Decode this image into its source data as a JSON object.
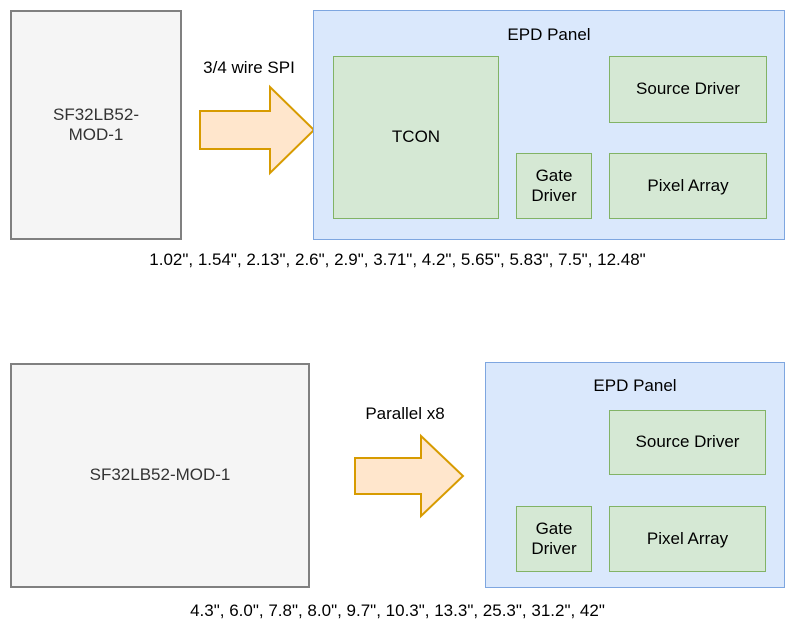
{
  "diagrams": [
    {
      "id": "spi-diagram",
      "mcu": {
        "label": "SF32LB52-\nMOD-1",
        "label_line1": "SF32LB52-",
        "label_line2": "MOD-1"
      },
      "arrow": {
        "label": "3/4 wire SPI",
        "icon": "right-arrow-icon"
      },
      "panel": {
        "title": "EPD Panel",
        "blocks": [
          {
            "label": "TCON"
          },
          {
            "label": "Source Driver"
          },
          {
            "label": "Gate\nDriver",
            "line1": "Gate",
            "line2": "Driver"
          },
          {
            "label": "Pixel Array"
          }
        ]
      },
      "caption": "1.02\", 1.54\", 2.13\", 2.6\", 2.9\", 3.71\", 4.2\", 5.65\", 5.83\", 7.5\", 12.48\"",
      "sizes": [
        "1.02\"",
        "1.54\"",
        "2.13\"",
        "2.6\"",
        "2.9\"",
        "3.71\"",
        "4.2\"",
        "5.65\"",
        "5.83\"",
        "7.5\"",
        "12.48\""
      ]
    },
    {
      "id": "parallel-diagram",
      "mcu": {
        "label": "SF32LB52-MOD-1"
      },
      "arrow": {
        "label": "Parallel x8",
        "icon": "right-arrow-icon"
      },
      "panel": {
        "title": "EPD Panel",
        "blocks": [
          {
            "label": "Source Driver"
          },
          {
            "label": "Gate\nDriver",
            "line1": "Gate",
            "line2": "Driver"
          },
          {
            "label": "Pixel Array"
          }
        ]
      },
      "caption": "4.3\", 6.0\", 7.8\", 8.0\", 9.7\", 10.3\", 13.3\", 25.3\", 31.2\", 42\"",
      "sizes": [
        "4.3\"",
        "6.0\"",
        "7.8\"",
        "8.0\"",
        "9.7\"",
        "10.3\"",
        "13.3\"",
        "25.3\"",
        "31.2\"",
        "42\""
      ]
    }
  ],
  "colors": {
    "mcu_fill": "#f5f5f5",
    "mcu_stroke": "#808080",
    "panel_fill": "#dae8fc",
    "panel_stroke": "#7ea6e0",
    "block_fill": "#d5e8d4",
    "block_stroke": "#82b366",
    "arrow_fill": "#ffe6cc",
    "arrow_stroke": "#d79b00",
    "text": "#000000",
    "background": "#ffffff"
  }
}
